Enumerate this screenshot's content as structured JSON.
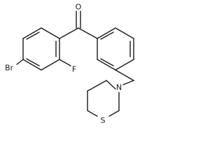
{
  "structure": {
    "atoms": {
      "oxygen": "O",
      "bromine": "Br",
      "fluorine": "F",
      "nitrogen": "N",
      "sulfur": "S"
    }
  }
}
